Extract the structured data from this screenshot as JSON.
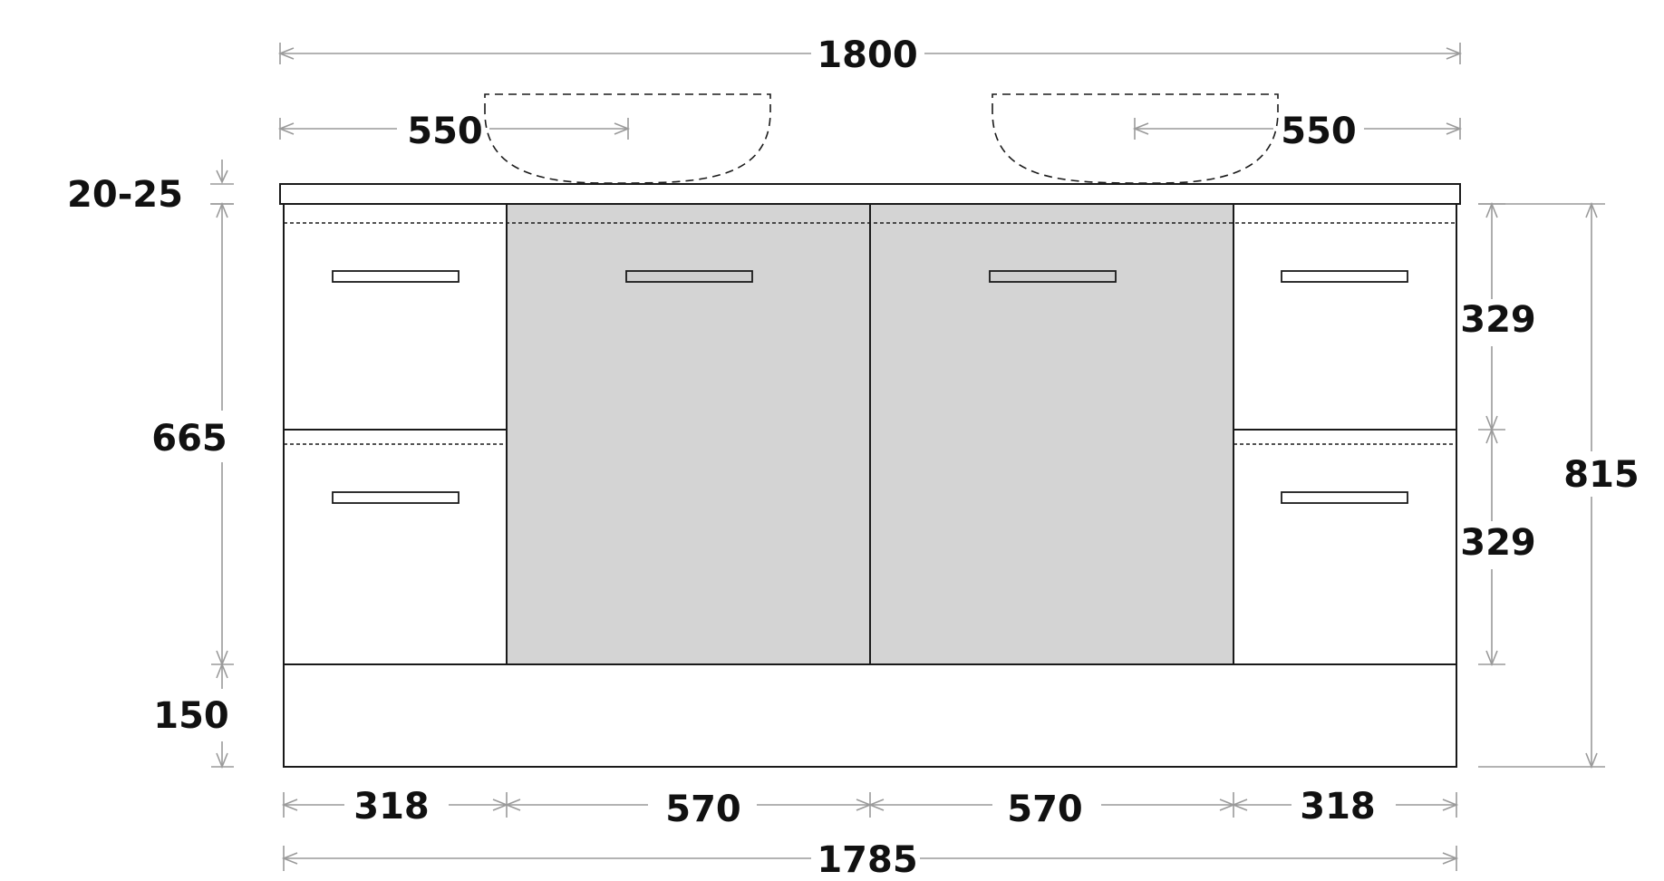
{
  "colors": {
    "line": "#1a1a1a",
    "dimension": "#9a9a9a",
    "door_fill": "#d4d4d4",
    "drawer_fill": "#ffffff",
    "text": "#111111"
  },
  "dimensions": {
    "overall_top_width": "1800",
    "basin_left_offset": "550",
    "basin_right_offset": "550",
    "top_thickness": "20-25",
    "cabinet_height": "665",
    "plinth_height": "150",
    "drawer_upper_height": "329",
    "drawer_lower_height": "329",
    "overall_height": "815",
    "drawer_left_width": "318",
    "door_left_width": "570",
    "door_right_width": "570",
    "drawer_right_width": "318",
    "overall_cabinet_width": "1785"
  }
}
